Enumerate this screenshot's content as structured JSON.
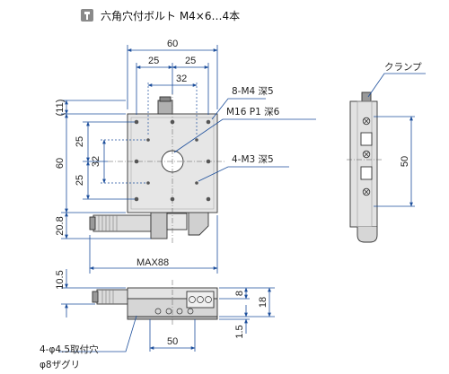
{
  "header": {
    "icon": "hex-socket-icon",
    "title": "六角穴付ボルト M4×6…4本"
  },
  "top_view": {
    "dim_width": "60",
    "dim_half_left": "25",
    "dim_half_right": "25",
    "dim_32_h": "32",
    "dim_11": "(11)",
    "dim_25_upper": "25",
    "dim_32_v": "32",
    "dim_25_lower": "25",
    "dim_60_v": "60",
    "dim_20_8": "20.8",
    "dim_max": "MAX88",
    "label_8m4": "8-M4 深5",
    "label_m16": "M16 P1 深6",
    "label_4m3": "4-M3 深5"
  },
  "side_view": {
    "label_clamp": "クランプ",
    "dim_50_v": "50"
  },
  "front_view": {
    "dim_10_5": "10.5",
    "dim_8": "8",
    "dim_18": "18",
    "dim_50_h": "50",
    "dim_1_5": "1.5",
    "label_holes": "4-φ4.5取付穴",
    "label_counterbore": "φ8ザグリ"
  }
}
